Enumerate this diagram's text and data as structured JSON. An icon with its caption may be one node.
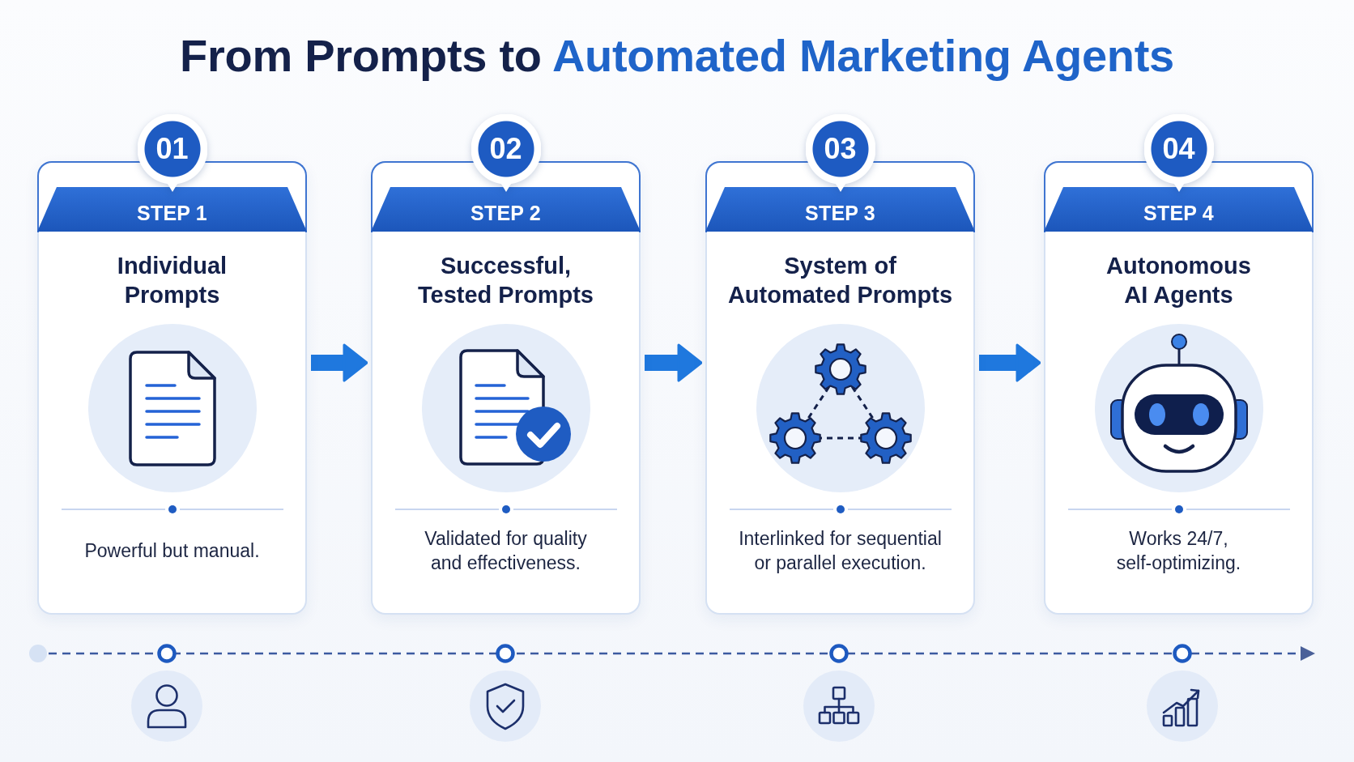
{
  "diagram": {
    "title": "From Prompts to **Automated Marketing Agents**",
    "nodes": [
      {
        "text": [
          "01"
        ]
      },
      {
        "text": [
          "Individual Prompts",
          "Powerful but manual."
        ]
      },
      {
        "text": [
          "STEP 1"
        ],
        "in": 1
      },
      {
        "text": [
          "02"
        ]
      },
      {
        "text": [
          "Successful, Tested Prompts",
          "Validated for quality and effectiveness."
        ]
      },
      {
        "text": [
          "STEP 2"
        ],
        "in": 4
      },
      {
        "text": [
          "03"
        ]
      },
      {
        "text": [
          "System of Automated Prompts",
          "Interlinked for sequential or parallel execution."
        ]
      },
      {
        "text": [
          "STEP 3"
        ],
        "in": 7
      },
      {
        "text": [
          "04"
        ]
      },
      {
        "text": [
          "Autonomous AI Agents",
          "Works 24/7, self-optimizing."
        ]
      },
      {
        "text": [
          "STEP 4"
        ],
        "in": 10
      }
    ],
    "edges": [
      {
        "from": 1,
        "to": 4,
        "arrow": "to"
      },
      {
        "from": 4,
        "to": 7,
        "arrow": "to"
      },
      {
        "from": 7,
        "to": 10,
        "arrow": "to"
      }
    ]
  }
}
